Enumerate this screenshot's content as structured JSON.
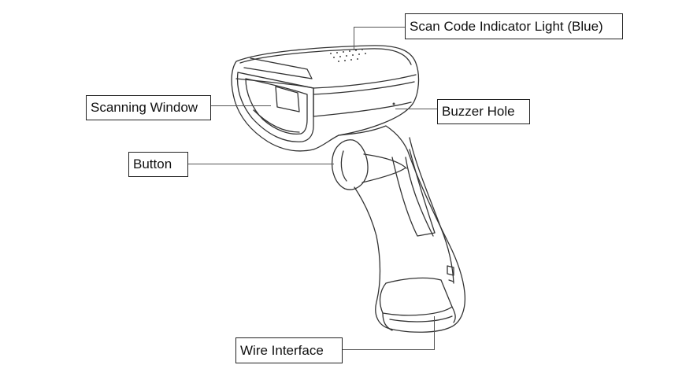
{
  "diagram": {
    "labels": {
      "scan_indicator": "Scan Code Indicator Light (Blue)",
      "scanning_window": "Scanning Window",
      "buzzer_hole": "Buzzer Hole",
      "button": "Button",
      "wire_interface": "Wire Interface"
    },
    "colors": {
      "line": "#333333",
      "box_border": "#222222",
      "background": "#ffffff"
    },
    "subject": "barcode-scanner-line-drawing"
  }
}
